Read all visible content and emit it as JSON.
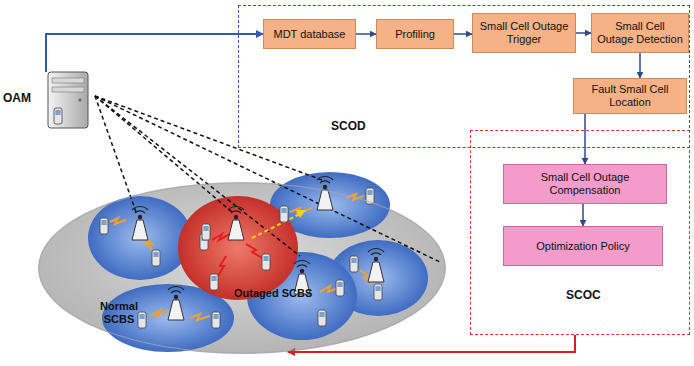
{
  "diagram": {
    "nodes": [
      {
        "text": [
          "SCOD"
        ]
      },
      {
        "text": [
          "MDT database"
        ],
        "in": 0
      },
      {
        "text": [
          "Profiling"
        ],
        "in": 0
      },
      {
        "text": [
          "Small Cell Outage Trigger"
        ],
        "in": 0
      },
      {
        "text": [
          "Small Cell Outage Detection"
        ],
        "in": 0
      },
      {
        "text": [
          "Fault Small Cell Location"
        ],
        "in": 0
      },
      {
        "text": [
          "OAM"
        ]
      },
      {
        "text": [
          "Normal SCBS",
          "Outaged SCBS"
        ]
      },
      {
        "text": [
          "SCOC"
        ]
      },
      {
        "text": [
          "Small Cell Outage Compensation"
        ],
        "in": 8
      },
      {
        "text": [
          "Optimization Policy"
        ],
        "in": 8
      }
    ],
    "edges": [
      {
        "from": 6,
        "to": 1,
        "arrow": "to"
      },
      {
        "from": 1,
        "to": 2,
        "arrow": "to"
      },
      {
        "from": 2,
        "to": 3,
        "arrow": "to"
      },
      {
        "from": 3,
        "to": 4,
        "arrow": "to"
      },
      {
        "from": 4,
        "to": 5,
        "arrow": "to"
      },
      {
        "from": 5,
        "to": 9,
        "arrow": "to"
      },
      {
        "from": 9,
        "to": 10,
        "arrow": "to"
      },
      {
        "from": 8,
        "to": 7,
        "arrow": "to"
      }
    ]
  }
}
